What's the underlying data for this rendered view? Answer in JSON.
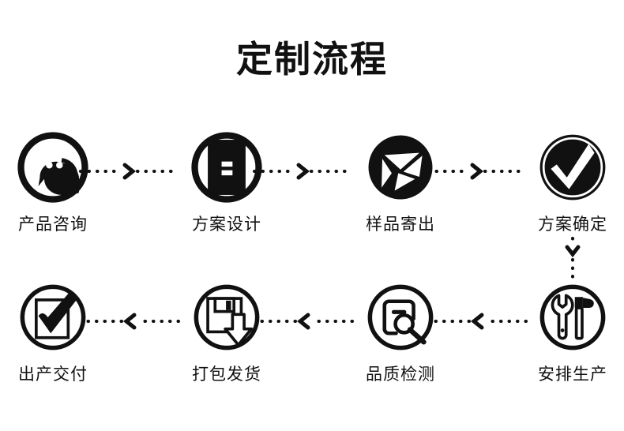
{
  "page": {
    "title": "定制流程",
    "background_color": "#ffffff",
    "ink_color": "#111111"
  },
  "flow": {
    "direction_top_row": "left-to-right",
    "direction_bottom_row": "right-to-left",
    "connector_style": "dotted-line-with-chevron",
    "steps": [
      {
        "index": 1,
        "label": "产品咨询",
        "icon": "chat-bubbles-icon",
        "row": "top"
      },
      {
        "index": 2,
        "label": "方案设计",
        "icon": "document-design-icon",
        "row": "top"
      },
      {
        "index": 3,
        "label": "样品寄出",
        "icon": "paper-plane-send-icon",
        "row": "top"
      },
      {
        "index": 4,
        "label": "方案确定",
        "icon": "check-circle-filled-icon",
        "row": "top"
      },
      {
        "index": 5,
        "label": "安排生产",
        "icon": "wrench-hammer-tools-icon",
        "row": "bottom"
      },
      {
        "index": 6,
        "label": "品质检测",
        "icon": "document-magnifier-inspect-icon",
        "row": "bottom"
      },
      {
        "index": 7,
        "label": "打包发货",
        "icon": "package-down-arrow-icon",
        "row": "bottom"
      },
      {
        "index": 8,
        "label": "出产交付",
        "icon": "checkbox-checked-icon",
        "row": "bottom"
      }
    ],
    "connectors": [
      {
        "from": 1,
        "to": 2,
        "orientation": "horizontal",
        "arrow": "right"
      },
      {
        "from": 2,
        "to": 3,
        "orientation": "horizontal",
        "arrow": "right"
      },
      {
        "from": 3,
        "to": 4,
        "orientation": "horizontal",
        "arrow": "right"
      },
      {
        "from": 4,
        "to": 5,
        "orientation": "vertical",
        "arrow": "down"
      },
      {
        "from": 5,
        "to": 6,
        "orientation": "horizontal",
        "arrow": "left"
      },
      {
        "from": 6,
        "to": 7,
        "orientation": "horizontal",
        "arrow": "left"
      },
      {
        "from": 7,
        "to": 8,
        "orientation": "horizontal",
        "arrow": "left"
      }
    ]
  }
}
